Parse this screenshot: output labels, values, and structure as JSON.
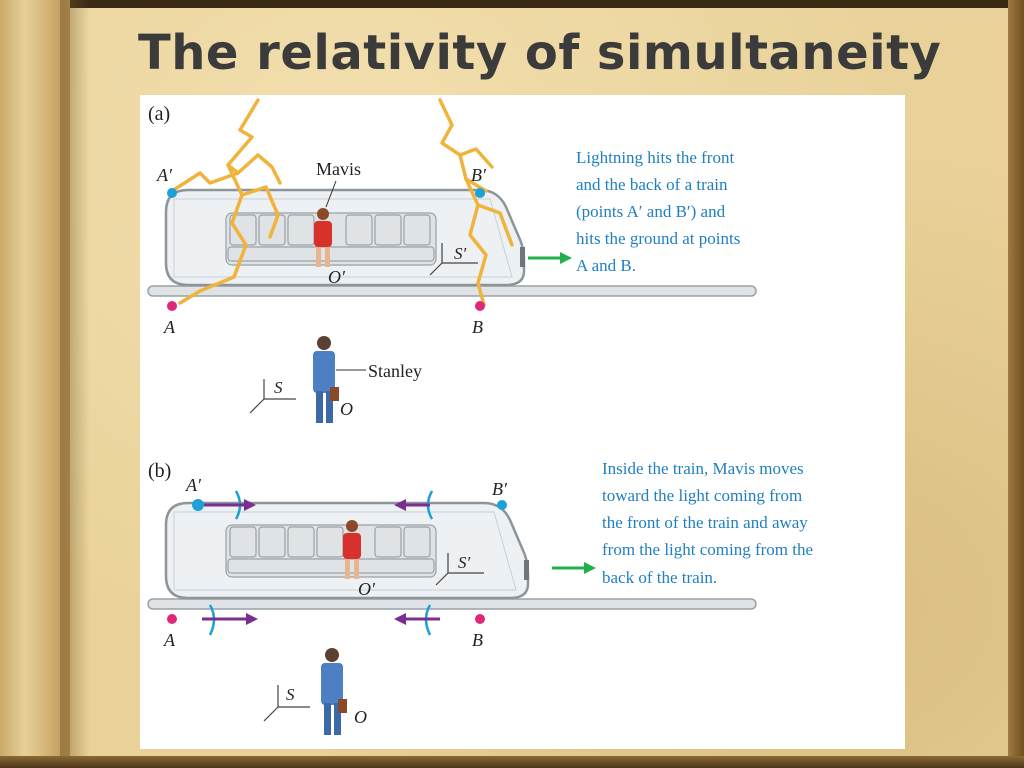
{
  "slide": {
    "title": "The relativity of simultaneity"
  },
  "panel_a": {
    "label": "(a)",
    "point_a_prime": "A′",
    "point_b_prime": "B′",
    "point_a": "A",
    "point_b": "B",
    "mavis": "Mavis",
    "o_prime": "O′",
    "s_prime": "S′",
    "stanley": "Stanley",
    "s": "S",
    "o": "O",
    "caption": [
      "Lightning hits the front",
      "and the back of a train",
      "(points A′  and B′) and",
      "hits the ground at points",
      "A and B."
    ]
  },
  "panel_b": {
    "label": "(b)",
    "point_a_prime": "A′",
    "point_b_prime": "B′",
    "point_a": "A",
    "point_b": "B",
    "o_prime": "O′",
    "s_prime": "S′",
    "s": "S",
    "o": "O",
    "caption": [
      "Inside the train, Mavis moves",
      "toward the light coming from",
      "the front of the train and away",
      "from the light coming from the",
      "back of the train."
    ]
  },
  "colors": {
    "lightning": "#f0b33c",
    "point_cyan": "#1ba0d8",
    "point_magenta": "#e0287a",
    "arrow_green": "#22b04a",
    "arrow_purple": "#7a2e8e",
    "caption_blue": "#1f7fc0"
  }
}
